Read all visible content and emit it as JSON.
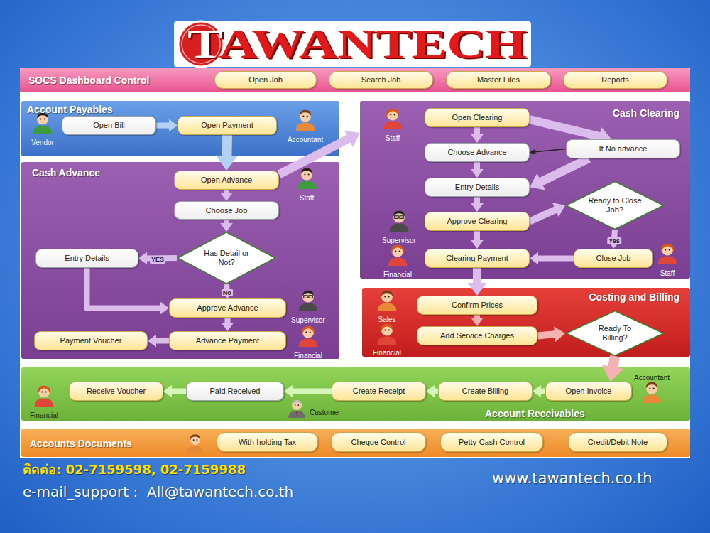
{
  "diagram": {
    "title": "TAWANTECH",
    "nodes": [
      {
        "text": [
          "SOCS Dashboard Control"
        ]
      },
      {
        "text": [
          "Open Job"
        ],
        "in": 0
      },
      {
        "text": [
          "Search Job"
        ],
        "in": 0
      },
      {
        "text": [
          "Master Files"
        ],
        "in": 0
      },
      {
        "text": [
          "Reports"
        ],
        "in": 0
      },
      {
        "text": [
          "Account Payables"
        ]
      },
      {
        "text": [
          "Open Bill"
        ],
        "in": 5
      },
      {
        "text": [
          "Open Payment"
        ],
        "in": 5
      },
      {
        "text": [
          "Cash Advance"
        ]
      },
      {
        "text": [
          "Open Advance"
        ],
        "in": 8
      },
      {
        "text": [
          "Choose Job"
        ],
        "in": 8
      },
      {
        "text": [
          "Has Detail or Not?"
        ],
        "in": 8
      },
      {
        "text": [
          "Entry Details"
        ],
        "in": 8
      },
      {
        "text": [
          "Approve Advance"
        ],
        "in": 8
      },
      {
        "text": [
          "Advance Payment"
        ],
        "in": 8
      },
      {
        "text": [
          "Payment Voucher"
        ],
        "in": 8
      },
      {
        "text": [
          "Cash Clearing"
        ]
      },
      {
        "text": [
          "Open Clearing"
        ],
        "in": 16
      },
      {
        "text": [
          "Choose Advance"
        ],
        "in": 16
      },
      {
        "text": [
          "If No advance"
        ],
        "in": 16
      },
      {
        "text": [
          "Entry Details"
        ],
        "in": 16
      },
      {
        "text": [
          "Approve Clearing"
        ],
        "in": 16
      },
      {
        "text": [
          "Ready to Close Job?"
        ],
        "in": 16
      },
      {
        "text": [
          "Clearing Payment"
        ],
        "in": 16
      },
      {
        "text": [
          "Close Job"
        ],
        "in": 16
      },
      {
        "text": [
          "Costing and Billing"
        ]
      },
      {
        "text": [
          "Confirm Prices"
        ],
        "in": 25
      },
      {
        "text": [
          "Add Service Charges"
        ],
        "in": 25
      },
      {
        "text": [
          "Ready To Billing?"
        ],
        "in": 25
      },
      {
        "text": [
          "Account Receivables"
        ]
      },
      {
        "text": [
          "Open Invoice"
        ],
        "in": 29
      },
      {
        "text": [
          "Create Billing"
        ],
        "in": 29
      },
      {
        "text": [
          "Create Receipt"
        ],
        "in": 29
      },
      {
        "text": [
          "Paid Received"
        ],
        "in": 29
      },
      {
        "text": [
          "Receive Voucher"
        ],
        "in": 29
      },
      {
        "text": [
          "Accounts Documents"
        ]
      },
      {
        "text": [
          "With-holding Tax"
        ],
        "in": 35
      },
      {
        "text": [
          "Cheque Control"
        ],
        "in": 35
      },
      {
        "text": [
          "Petty-Cash Control"
        ],
        "in": 35
      },
      {
        "text": [
          "Credit/Debit Note"
        ],
        "in": 35
      }
    ],
    "edges": [
      {
        "from": 6,
        "to": 7,
        "arrow": "to"
      },
      {
        "from": 7,
        "to": 9,
        "arrow": "to"
      },
      {
        "from": 9,
        "to": 10,
        "arrow": "to"
      },
      {
        "from": 10,
        "to": 11,
        "arrow": "to"
      },
      {
        "from": 11,
        "to": 12,
        "label": "YES",
        "arrow": "to"
      },
      {
        "from": 11,
        "to": 13,
        "label": "No",
        "arrow": "to"
      },
      {
        "from": 12,
        "to": 13,
        "arrow": "to"
      },
      {
        "from": 13,
        "to": 14,
        "arrow": "to"
      },
      {
        "from": 14,
        "to": 15,
        "arrow": "to"
      },
      {
        "from": 9,
        "to": 16,
        "arrow": "to"
      },
      {
        "from": 17,
        "to": 18,
        "arrow": "to"
      },
      {
        "from": 17,
        "to": 19,
        "arrow": "to"
      },
      {
        "from": 19,
        "to": 18,
        "arrow": "to"
      },
      {
        "from": 18,
        "to": 20,
        "arrow": "to"
      },
      {
        "from": 19,
        "to": 20,
        "arrow": "to"
      },
      {
        "from": 20,
        "to": 21,
        "arrow": "to"
      },
      {
        "from": 21,
        "to": 22,
        "arrow": "to"
      },
      {
        "from": 22,
        "to": 24,
        "label": "Yes",
        "arrow": "to"
      },
      {
        "from": 24,
        "to": 23,
        "arrow": "to"
      },
      {
        "from": 21,
        "to": 23,
        "arrow": "to"
      },
      {
        "from": 23,
        "to": 26,
        "arrow": "to"
      },
      {
        "from": 26,
        "to": 27,
        "arrow": "to"
      },
      {
        "from": 27,
        "to": 28,
        "arrow": "to"
      },
      {
        "from": 28,
        "to": 30,
        "arrow": "to"
      },
      {
        "from": 30,
        "to": 31,
        "arrow": "to"
      },
      {
        "from": 31,
        "to": 32,
        "arrow": "to"
      },
      {
        "from": 32,
        "to": 33,
        "arrow": "to"
      },
      {
        "from": 33,
        "to": 34,
        "arrow": "to"
      }
    ],
    "labels": [
      "Vendor",
      "Accountant",
      "Staff",
      "Supervisor",
      "Financial",
      "Staff",
      "Supervisor",
      "Financial",
      "Staff",
      "Sales",
      "Financial",
      "Accountant",
      "Customer",
      "Financial",
      "ติดต่อ: 02-7159598, 02-7159988",
      "e-mail_support :  All@tawantech.co.th",
      "www.tawantech.co.th"
    ]
  }
}
